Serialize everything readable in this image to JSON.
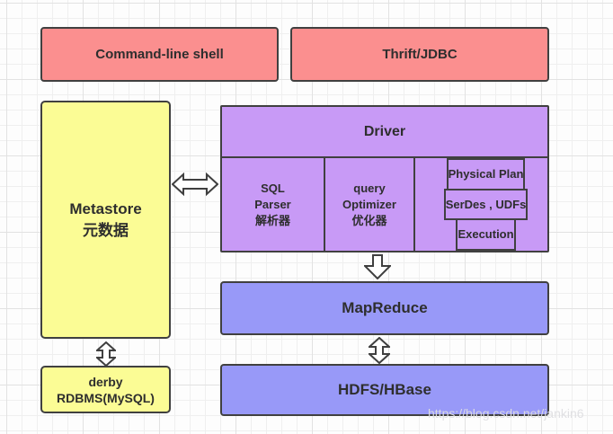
{
  "diagram": {
    "top_row": {
      "cmd_shell_label": "Command-line shell",
      "thrift_label": "Thrift/JDBC"
    },
    "metastore": {
      "title": "Metastore",
      "subtitle": "元数据"
    },
    "driver": {
      "title": "Driver",
      "sql_parser": {
        "line1": "SQL",
        "line2": "Parser",
        "line3": "解析器"
      },
      "query_optimizer": {
        "line1": "query",
        "line2": "Optimizer",
        "line3": "优化器"
      },
      "stack": [
        "Physical Plan",
        "SerDes , UDFs",
        "Execution"
      ]
    },
    "mapreduce_label": "MapReduce",
    "hdfs_label": "HDFS/HBase",
    "derby": {
      "line1": "derby",
      "line2": "RDBMS(MySQL)"
    },
    "watermark": "https://blog.csdn.net/jankin6",
    "colors": {
      "pink": "#fb8f8f",
      "yellow": "#fbfc95",
      "purple": "#c89af6",
      "blue": "#9899f8",
      "border": "#404040",
      "text": "#2e2e2e",
      "grid_minor": "#efefef",
      "grid_major": "#e2e2e2",
      "watermark": "#dedee2"
    }
  }
}
